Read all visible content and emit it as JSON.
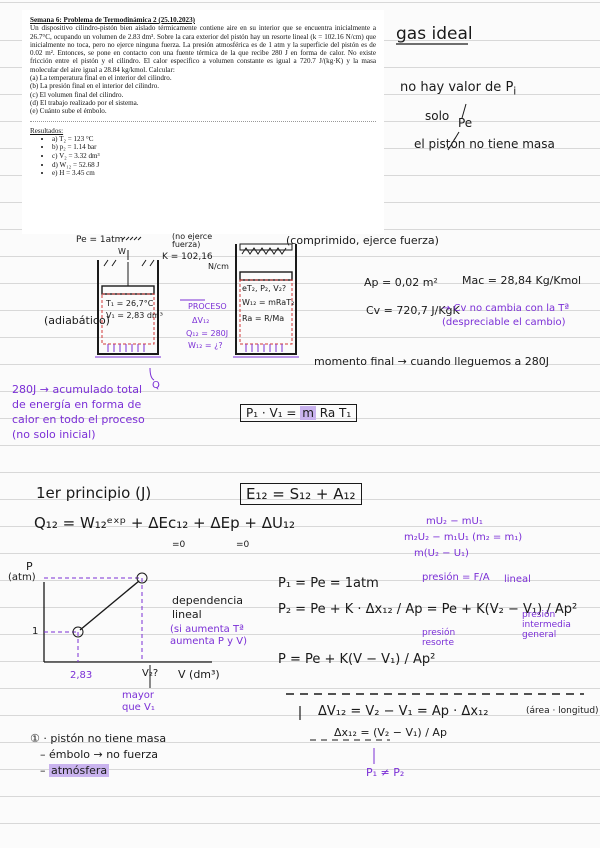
{
  "problem": {
    "title": "Semana 6: Problema de Termodinámica 2 (25.10.2023)",
    "statement": "Un dispositivo cilindro-pistón bien aislado térmicamente contiene aire en su interior que se encuentra inicialmente a 26.7°C, ocupando un volumen de 2.83 dm³. Sobre la cara exterior del pistón hay un resorte lineal (k = 102.16 N/cm) que inicialmente no toca, pero no ejerce ninguna fuerza. La presión atmosférica es de 1 atm y la superficie del pistón es de 0.02 m². Entonces, se pone en contacto con una fuente térmica de la que recibe 280 J en forma de calor. No existe fricción entre el pistón y el cilindro. El calor específico a volumen constante es igual a 720.7 J/(kg·K) y la masa molecular del aire igual a 28.84 kg/kmol. Calcular:",
    "questions": [
      "(a) La temperatura final en el interior del cilindro.",
      "(b) La presión final en el interior del cilindro.",
      "(c) El volumen final del cilindro.",
      "(d) El trabajo realizado por el sistema.",
      "(e) Cuánto sube el émbolo."
    ],
    "results_heading": "Resultados:",
    "results": [
      "a)  T₂ = 123 °C",
      "b)  p₂ = 1.14 bar",
      "c)  V₂ = 3.32 dm³",
      "d)  W₁₂ = 52.68 J",
      "e)  H = 3.45 cm"
    ]
  },
  "notes": {
    "gas_ideal": "gas ideal",
    "no_pe_1": "no hay valor de P",
    "no_pe_sub": "i",
    "solo": "solo",
    "pe": "Pe",
    "no_mass": "el pistón no tiene masa",
    "pe_atm": "Pe = 1atm",
    "k_label": "K = 102,16",
    "k_units": "N/cm",
    "no_fuerza": "(no ejerce fuerza)",
    "comprimido": "(comprimido, ejerce fuerza)",
    "cyl1_t": "T₁ = 26,7°C",
    "cyl1_v": "V₁ = 2,83 dm³",
    "cyl2_text": "eT₂, P₂, V₂?",
    "cyl2_w": "W₁₂ = mRaT₂",
    "cyl2_ra": "Ra = R/Ma",
    "adiabatico": "(adiabático)",
    "proceso": "PROCESO",
    "ev12": "ΔV₁₂",
    "q12": "Q₁₂ = 280J",
    "w12": "W₁₂ = ¿?",
    "w_label": "W",
    "q_label": "Q",
    "ap": "Ap = 0,02 m²",
    "mac": "Mac = 28,84 Kg/Kmol",
    "cv": "Cv = 720,7 J/KgK",
    "cv_note": "→ Cv no cambia con la Tª (despreciable el cambio)",
    "momento": "momento final → cuando lleguemos a 280J",
    "acumulado": "280J → acumulado total de energía en forma de calor en todo el proceso (no solo inicial)",
    "pv_eq_left": "P₁ · V₁ =",
    "pv_eq_m": "m",
    "pv_eq_right": "Ra T₁",
    "primer": "1er principio (J)",
    "e12_box": "E₁₂ = S₁₂ + A₁₂",
    "q_eq": "Q₁₂ = W₁₂ᵉˣᵖ + ΔEc₁₂ + ΔEp + ΔU₁₂",
    "zero1": "=0",
    "zero2": "=0",
    "mu_1": "mU₂ − mU₁",
    "mu_2": "m₂U₂ − m₁U₁ (m₂ = m₁)",
    "mu_3": "m(U₂ − U₁)",
    "graph_p": "P",
    "graph_atm": "(atm)",
    "graph_1": "1",
    "graph_v": "V (dm³)",
    "graph_283": "2,83",
    "graph_v2": "V₂?",
    "mayor": "mayor que V₁",
    "dependencia": "dependencia lineal",
    "si_aumenta": "(si aumenta Tª aumenta P y V)",
    "p1_eq": "P₁ = Pe = 1atm",
    "presion_fa": "presión = F/A",
    "lineal": "lineal",
    "p2_eq": "P₂ = Pe + K · Δx₁₂ / Ap = Pe + K(V₂ − V₁) / Ap²",
    "presion_resorte": "presión resorte",
    "presion_intermedia": "presión intermedia general",
    "p_eq": "P = Pe + K(V − V₁) / Ap²",
    "dv_eq": "ΔV₁₂ = V₂ − V₁ = Ap · Δx₁₂",
    "area_long": "(área · longitud)",
    "dx_eq": "Δx₁₂ = (V₂ − V₁) / Ap",
    "p1_ne_p2": "P₁ ≠ P₂",
    "list_1": "pistón no tiene masa",
    "list_2": "émbolo → no fuerza",
    "list_3": "atmósfera"
  }
}
